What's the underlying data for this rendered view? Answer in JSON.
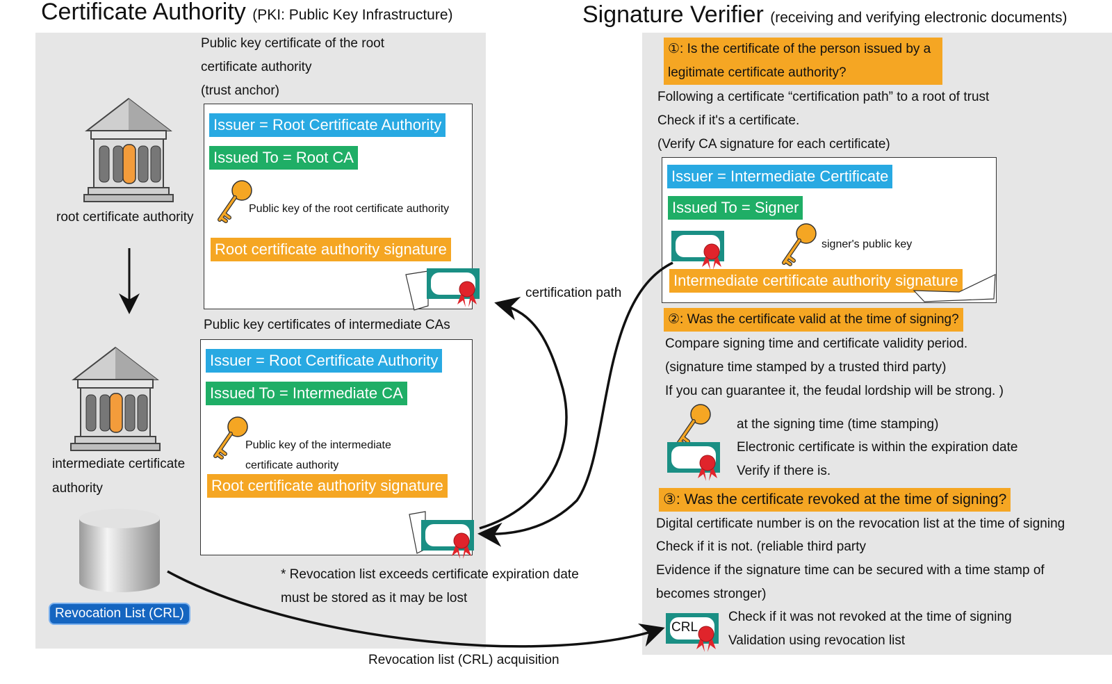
{
  "left": {
    "title": "Certificate Authority",
    "subtitle": "(PKI: Public Key Infrastructure)",
    "root_cert_caption_line1": "Public key certificate of the root",
    "root_cert_caption_line2": "certificate authority",
    "root_cert_caption_line3": "(trust anchor)",
    "root_cert": {
      "issuer": "Issuer = Root Certificate Authority",
      "issued_to": "Issued To = Root CA",
      "key_label": "Public key of the root certificate authority",
      "signature": "Root certificate authority signature"
    },
    "root_ca_label": "root certificate authority",
    "intermediate_caption": "Public key certificates of intermediate CAs",
    "intermediate_cert": {
      "issuer": "Issuer = Root Certificate Authority",
      "issued_to": "Issued To = Intermediate CA",
      "key_label_line1": "Public key of the intermediate",
      "key_label_line2": "certificate authority",
      "signature": "Root certificate authority signature"
    },
    "intermediate_ca_label_line1": "intermediate certificate",
    "intermediate_ca_label_line2": "authority",
    "crl_badge": "Revocation List (CRL)",
    "revocation_note_line1": "* Revocation list exceeds certificate expiration date",
    "revocation_note_line2": "must be stored as it may be lost"
  },
  "middle": {
    "certification_path": "certification path",
    "crl_acquisition": "Revocation list (CRL) acquisition"
  },
  "right": {
    "title": "Signature Verifier",
    "subtitle": "(receiving and verifying electronic documents)",
    "q1_line1": "①: Is the certificate of the person issued by a",
    "q1_line2": "legitimate certificate authority?",
    "q1_text_line1": "Following a certificate “certification path” to a root of trust",
    "q1_text_line2": "Check if it's a certificate.",
    "q1_text_line3": "(Verify CA signature for each certificate)",
    "signer_cert": {
      "issuer": "Issuer = Intermediate Certificate",
      "issued_to": "Issued To = Signer",
      "key_label": "signer's public key",
      "signature": "Intermediate certificate authority signature"
    },
    "q2": "②: Was the certificate valid at the time of signing?",
    "q2_text_line1": "Compare signing time and certificate validity period.",
    "q2_text_line2": "(signature time stamped by a trusted third party)",
    "q2_text_line3": "If you can guarantee it, the feudal lordship will be strong. )",
    "q2_item1": "at the signing time (time stamping)",
    "q2_item2": "Electronic certificate is within the expiration date",
    "q2_item3": "Verify if there is.",
    "q3": "③: Was the certificate revoked at the time of signing?",
    "q3_text_line1": "Digital certificate number is on the revocation list at the time of signing",
    "q3_text_line2": "Check if it is not. (reliable third party",
    "q3_text_line3": "Evidence if the signature time can be secured with a time stamp of",
    "q3_text_line4": "becomes stronger)",
    "crl_icon_label": "CRL",
    "crl_item1": "Check if it was not revoked at the time of signing",
    "crl_item2": "Validation using revocation list"
  },
  "colors": {
    "blue": "#28a9e2",
    "green": "#1fae66",
    "orange": "#f5a623",
    "teal": "#1a8f84",
    "seal_red": "#e0242b",
    "crl_blue": "#1565c0"
  }
}
